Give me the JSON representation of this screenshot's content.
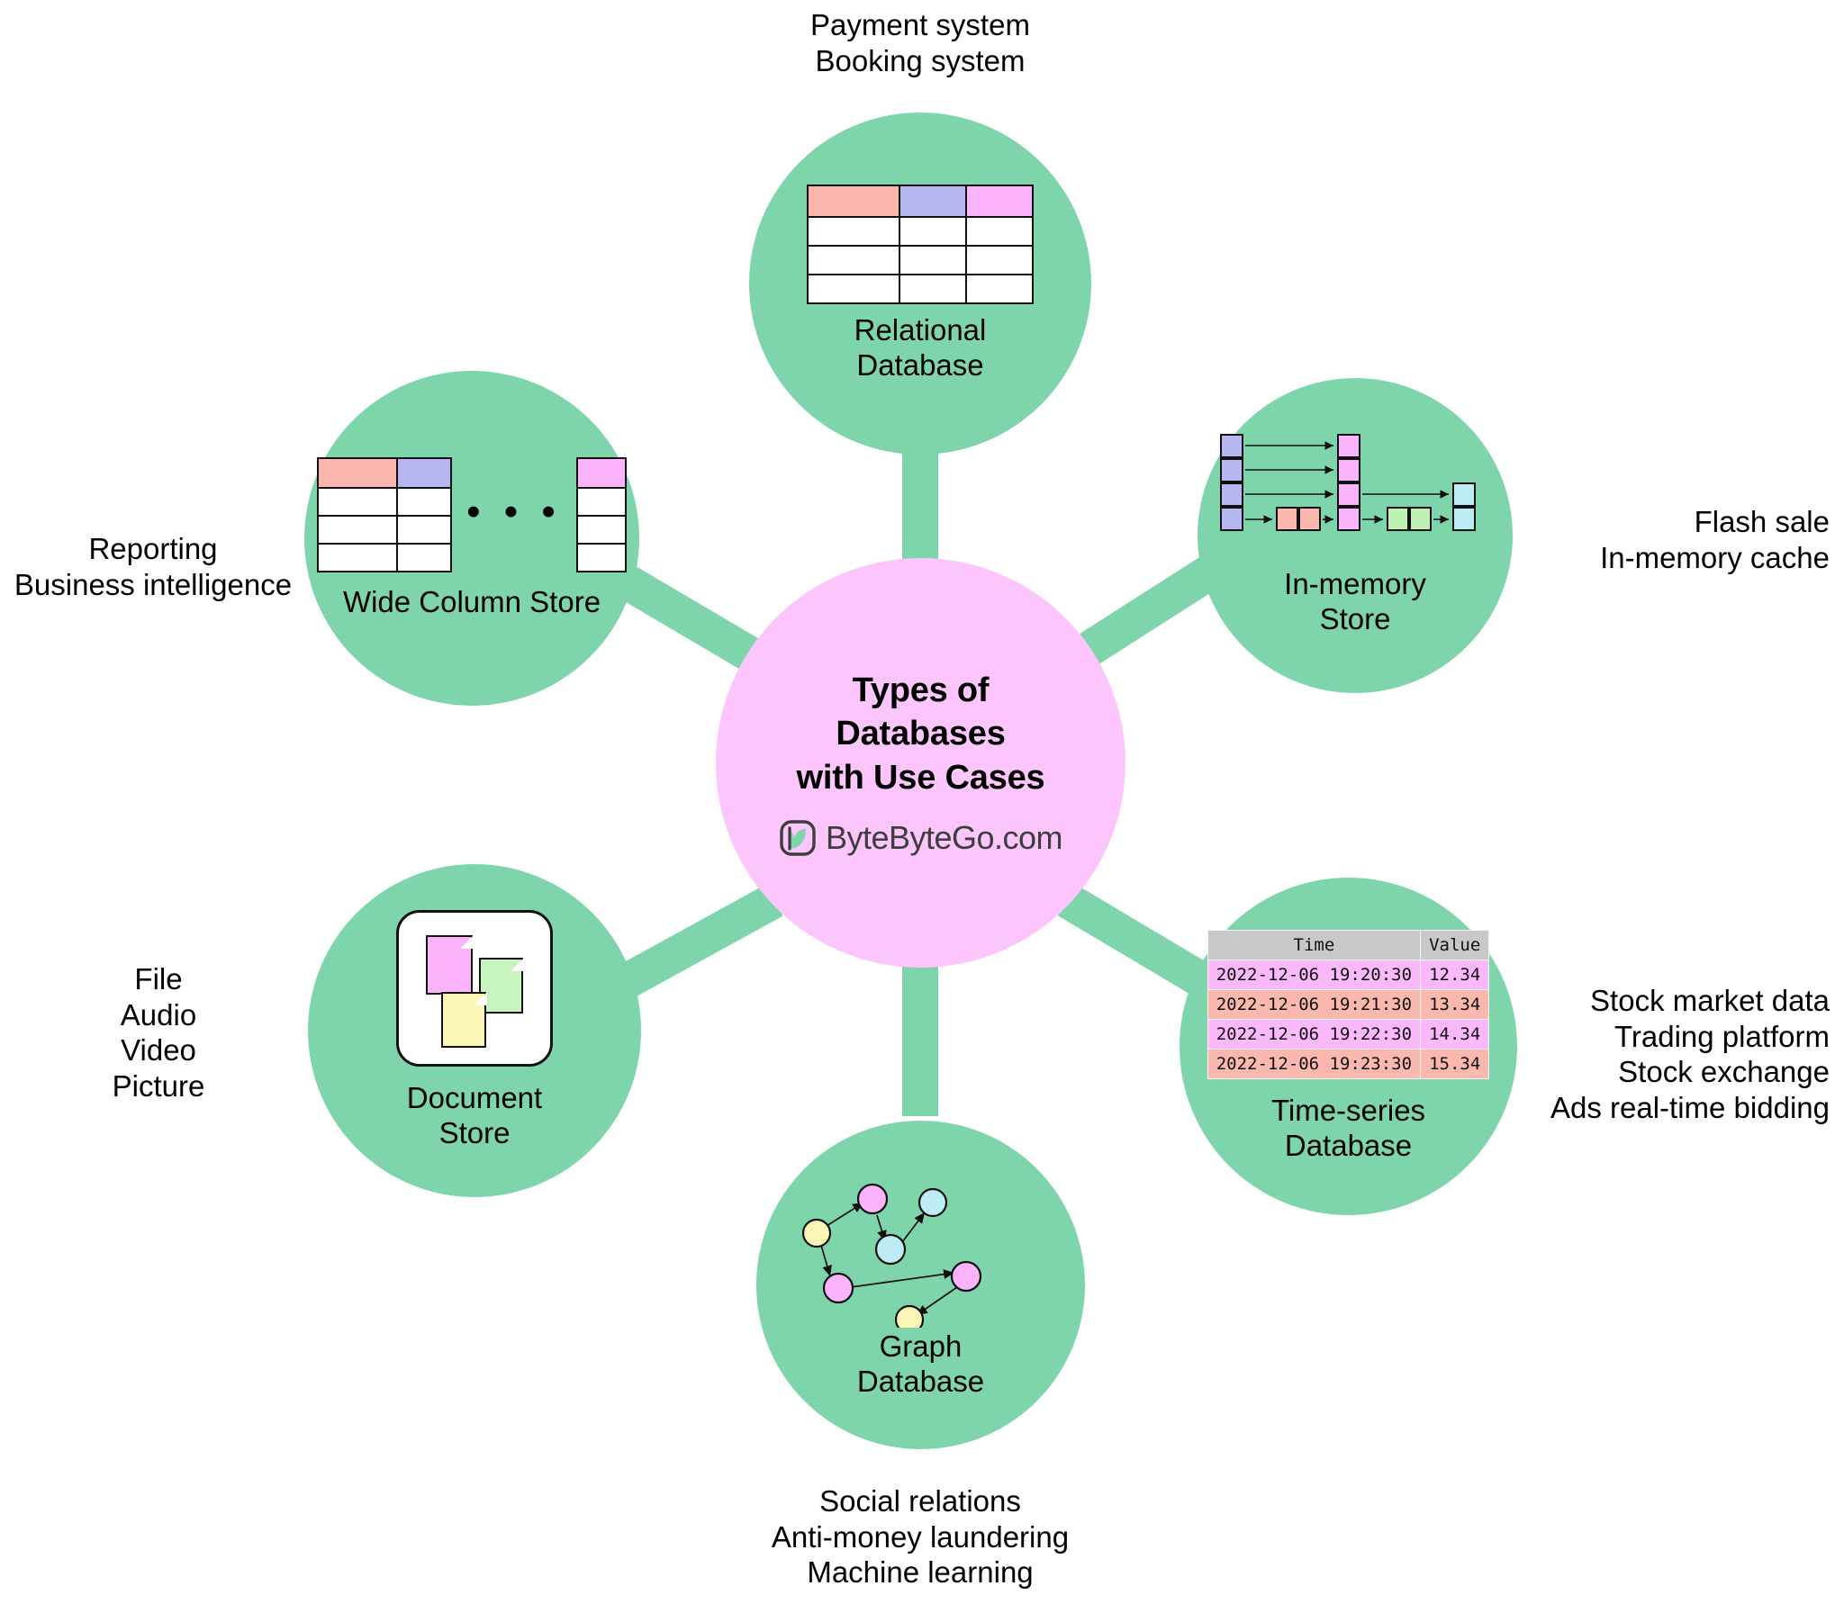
{
  "center": {
    "title": "Types of\nDatabases\nwith Use Cases",
    "logo_text": "ByteByteGo.com",
    "logo_icon": "bytebytego-leaf-icon",
    "color": "#fcc5fc"
  },
  "theme": {
    "node_color": "#7ed5ac",
    "background": "#ffffff",
    "text_color": "#000000",
    "cell_red": "#fbb7ae",
    "cell_purple": "#b6b7ef",
    "cell_magenta": "#fbb4fb",
    "cell_green": "#bdf0b2",
    "cell_blue": "#bdecf6",
    "cell_yellow": "#fbf6b6",
    "header_gray": "#c8c8c8"
  },
  "nodes": [
    {
      "id": "relational",
      "label": "Relational\nDatabase",
      "caption": "Payment system\nBooking system",
      "icon": "relational-table-icon"
    },
    {
      "id": "in-memory",
      "label": "In-memory\nStore",
      "caption": "Flash sale\nIn-memory cache",
      "icon": "in-memory-hashtable-icon"
    },
    {
      "id": "time-series",
      "label": "Time-series\nDatabase",
      "caption": "Stock market data\nTrading platform\nStock exchange\nAds real-time bidding",
      "icon": "time-series-table-icon"
    },
    {
      "id": "graph",
      "label": "Graph\nDatabase",
      "caption": "Social relations\nAnti-money laundering\nMachine learning",
      "icon": "graph-nodes-icon"
    },
    {
      "id": "document",
      "label": "Document\nStore",
      "caption": "File\nAudio\nVideo\nPicture",
      "icon": "document-files-icon"
    },
    {
      "id": "wide-column",
      "label": "Wide Column Store",
      "caption": "Reporting\nBusiness intelligence",
      "icon": "wide-column-table-icon"
    }
  ],
  "time_series_table": {
    "headers": [
      "Time",
      "Value"
    ],
    "rows": [
      [
        "2022-12-06 19:20:30",
        "12.34"
      ],
      [
        "2022-12-06 19:21:30",
        "13.34"
      ],
      [
        "2022-12-06 19:22:30",
        "14.34"
      ],
      [
        "2022-12-06 19:23:30",
        "15.34"
      ]
    ]
  },
  "wide_column_ellipsis": "• • •"
}
